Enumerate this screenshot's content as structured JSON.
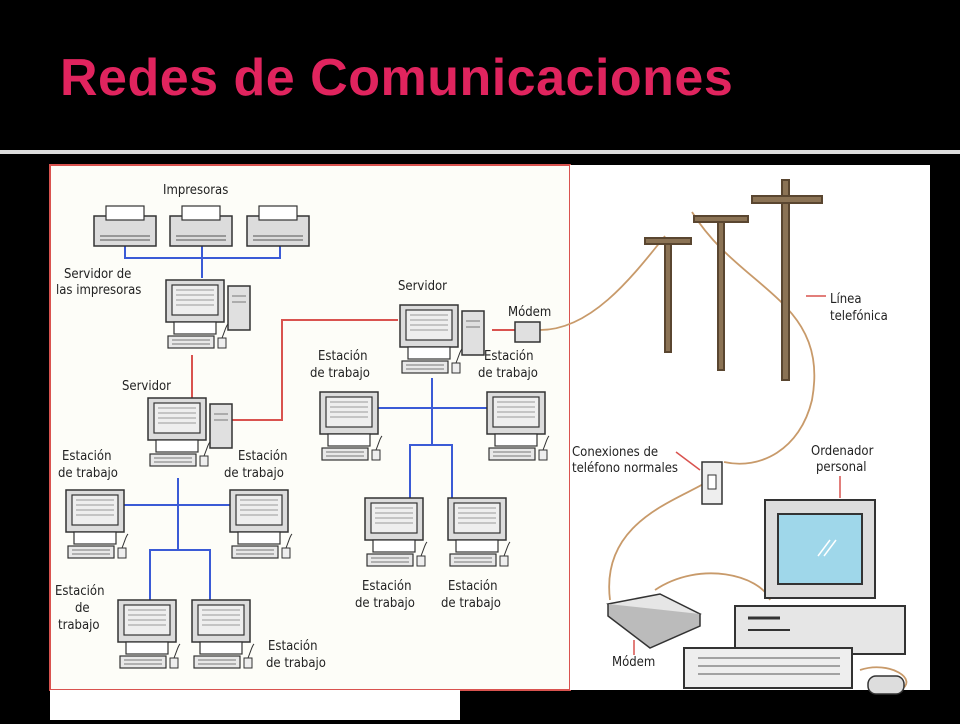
{
  "slide": {
    "title": "Redes de Comunicaciones"
  },
  "colors": {
    "title": "#e0245e",
    "network_boundary": "#d9534f",
    "lan_cable": "#3b5bd6",
    "phone_line": "#c89a6a"
  },
  "labels": {
    "impresoras": "Impresoras",
    "servidor_impresoras_1": "Servidor de",
    "servidor_impresoras_2": "las impresoras",
    "servidor_left": "Servidor",
    "servidor_right": "Servidor",
    "modem_top": "Módem",
    "linea_1": "Línea",
    "linea_2": "telefónica",
    "conexiones_1": "Conexiones de",
    "conexiones_2": "teléfono normales",
    "ordenador_1": "Ordenador",
    "ordenador_2": "personal",
    "modem_bottom": "Módem",
    "estacion": "Estación",
    "de_trabajo": "de trabajo",
    "de": "de",
    "trabajo": "trabajo"
  }
}
